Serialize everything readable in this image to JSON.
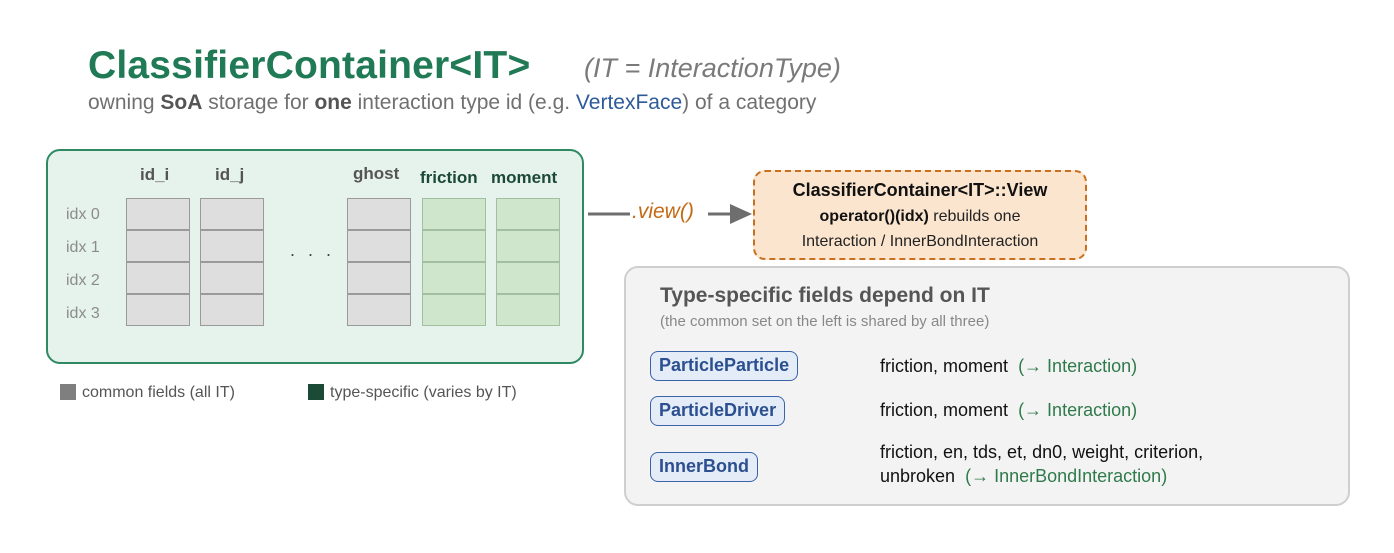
{
  "title": "ClassifierContainer<IT>",
  "title_note": "(IT = InteractionType)",
  "subtitle": {
    "prefix": "owning ",
    "b1": "SoA",
    "mid1": " storage for ",
    "b2": "one",
    "mid2": " interaction type id (e.g. ",
    "highlight": "VertexFace",
    "suffix": ") of a category"
  },
  "storage": {
    "columns": {
      "id_i": "id_i",
      "id_j": "id_j",
      "ghost": "ghost",
      "friction": "friction",
      "moment": "moment"
    },
    "rows": [
      "idx 0",
      "idx 1",
      "idx 2",
      "idx 3"
    ],
    "ellipsis": ". . ."
  },
  "legend": {
    "common": "common fields (all IT)",
    "specific": "type-specific (varies by IT)"
  },
  "arrow_label": ".view()",
  "view": {
    "title": "ClassifierContainer<IT>::View",
    "line1_bold": "operator()(idx)",
    "line1_rest": " rebuilds one",
    "line2": "Interaction / InnerBondInteraction"
  },
  "panel": {
    "title": "Type-specific fields depend on IT",
    "subtitle": "(the common set on the left is shared by all three)",
    "types": [
      {
        "name": "ParticleParticle",
        "fields": "friction, moment",
        "target": "(→ Interaction)"
      },
      {
        "name": "ParticleDriver",
        "fields": "friction, moment",
        "target": "(→ Interaction)"
      },
      {
        "name": "InnerBond",
        "fields": "friction, en, tds, et, dn0, weight, criterion,",
        "fields2": "unbroken",
        "target": "(→ InnerBondInteraction)"
      }
    ]
  },
  "colors": {
    "title_green": "#1f7a55",
    "common_cell": "#dedede",
    "specific_cell": "#cfe6cd",
    "legend_common": "#7f7f7f",
    "legend_specific": "#1b4a36",
    "view_orange": "#c8701f",
    "type_blue": "#2b4f8f"
  }
}
